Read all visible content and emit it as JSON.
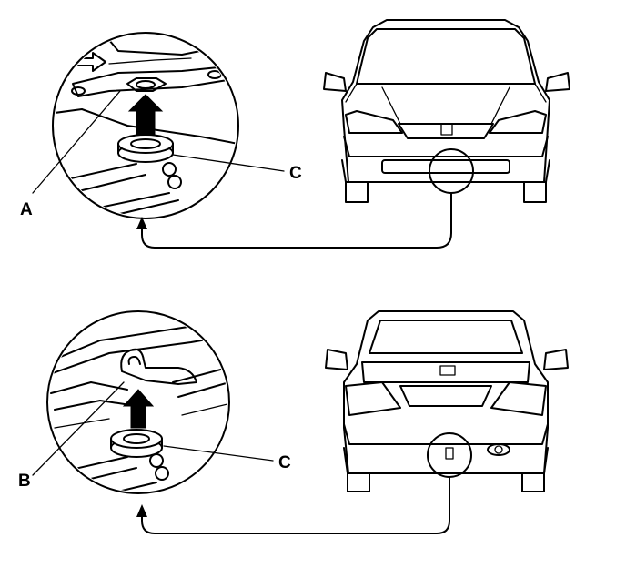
{
  "labels": {
    "a": "A",
    "b": "B",
    "c_top": "C",
    "c_bottom": "C"
  }
}
